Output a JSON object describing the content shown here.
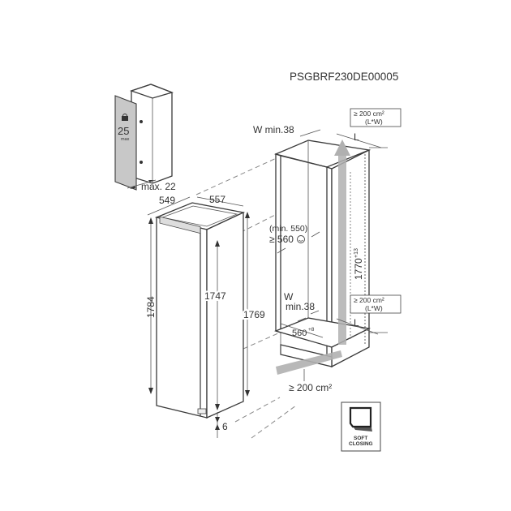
{
  "header": {
    "model_code": "PSGBRF230DE00005"
  },
  "door_inset": {
    "weight_value": "25",
    "weight_unit": "max",
    "weight_icon": "weight-icon",
    "max_thickness_label": "max. 22"
  },
  "appliance": {
    "depth_label": "549",
    "width_label": "557",
    "height_total_label": "1784",
    "door_height_label": "1747",
    "side_height_label": "1769",
    "bottom_gap_label": "6"
  },
  "niche": {
    "top_vent_width_label": "W min.38",
    "top_vent_area_label": "≥ 200 cm²",
    "top_vent_area_sub": "(L*W)",
    "top_vent_length_label": "L",
    "depth_min_label": "(min. 550)",
    "depth_recommended_label": "≥ 560",
    "depth_recommended_icon": "smiley-icon",
    "height_label": "1770",
    "height_tolerance": "+13",
    "bottom_vent_width_line1": "W",
    "bottom_vent_width_line2": "min.38",
    "bottom_vent_area_label": "≥ 200 cm²",
    "bottom_vent_area_sub": "(L*W)",
    "bottom_vent_length_label": "L",
    "width_label": "560",
    "width_tolerance": "+8",
    "plinth_vent_label": "≥ 200 cm²"
  },
  "badge": {
    "line1": "SOFT",
    "line2": "CLOSING",
    "icon": "soft-closing-door-icon"
  },
  "colors": {
    "ink": "#333333",
    "door_panel": "#c8c8c8",
    "airflow_arrow": "#b0b0b0",
    "background": "#ffffff"
  }
}
